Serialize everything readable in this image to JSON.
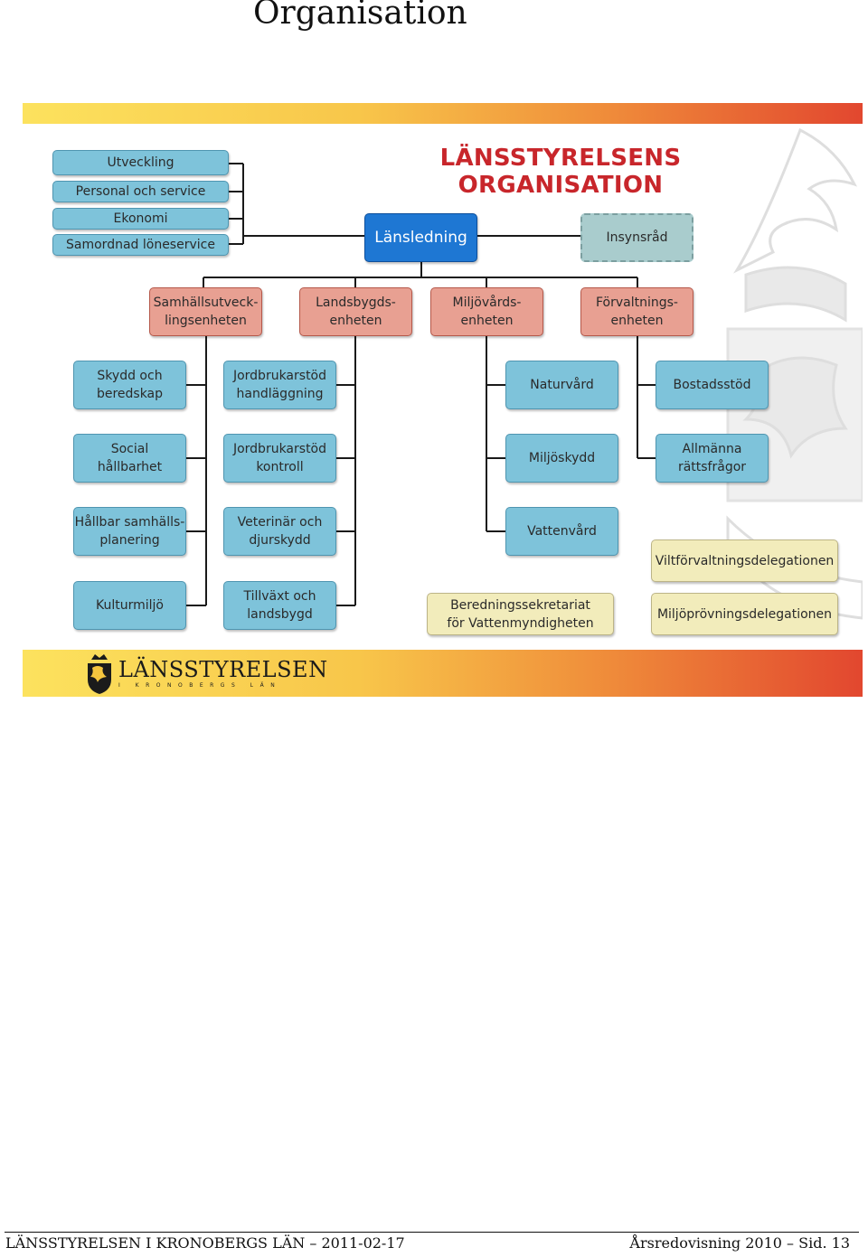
{
  "page_title": "Organisation",
  "chart": {
    "heading": "LÄNSSTYRELSENS ORGANISATION",
    "staff_units": [
      "Utveckling",
      "Personal och service",
      "Ekonomi",
      "Samordnad löneservice"
    ],
    "leadership": "Länsledning",
    "advisory_board": "Insynsråd",
    "departments": [
      "Samhällsutveck-\nlingsenheten",
      "Landsbygds-\nenheten",
      "Miljövårds-\nenheten",
      "Förvaltnings-\nenheten"
    ],
    "units": {
      "samhalle": [
        "Skydd och\nberedskap",
        "Social\nhållbarhet",
        "Hållbar samhälls-\nplanering",
        "Kulturmiljö"
      ],
      "landsbygd": [
        "Jordbrukarstöd\nhandläggning",
        "Jordbrukarstöd\nkontroll",
        "Veterinär och\ndjurskydd",
        "Tillväxt och\nlandsbygd"
      ],
      "miljo": [
        "Naturvård",
        "Miljöskydd",
        "Vattenvård"
      ],
      "forvaltning": [
        "Bostadsstöd",
        "Allmänna\nrättsfrågor"
      ]
    },
    "secretariat": "Beredningssekretariat\nför Vattenmyndigheten",
    "delegations": [
      "Viltförvaltningsdelegationen",
      "Miljöprövningsdelegationen"
    ],
    "logo": {
      "name": "LÄNSSTYRELSEN",
      "subtitle": "I KRONOBERGS LÄN"
    }
  },
  "footer": {
    "left": "LÄNSSTYRELSEN I KRONOBERGS LÄN – 2011-02-17",
    "right": "Årsredovisning 2010 – Sid. 13"
  },
  "colors": {
    "heading_red": "#c8262b",
    "unit_blue": "#7ec3da",
    "department_red": "#e8a092",
    "leadership_blue": "#1e77d3",
    "delegation_cream": "#f2ecbb"
  }
}
